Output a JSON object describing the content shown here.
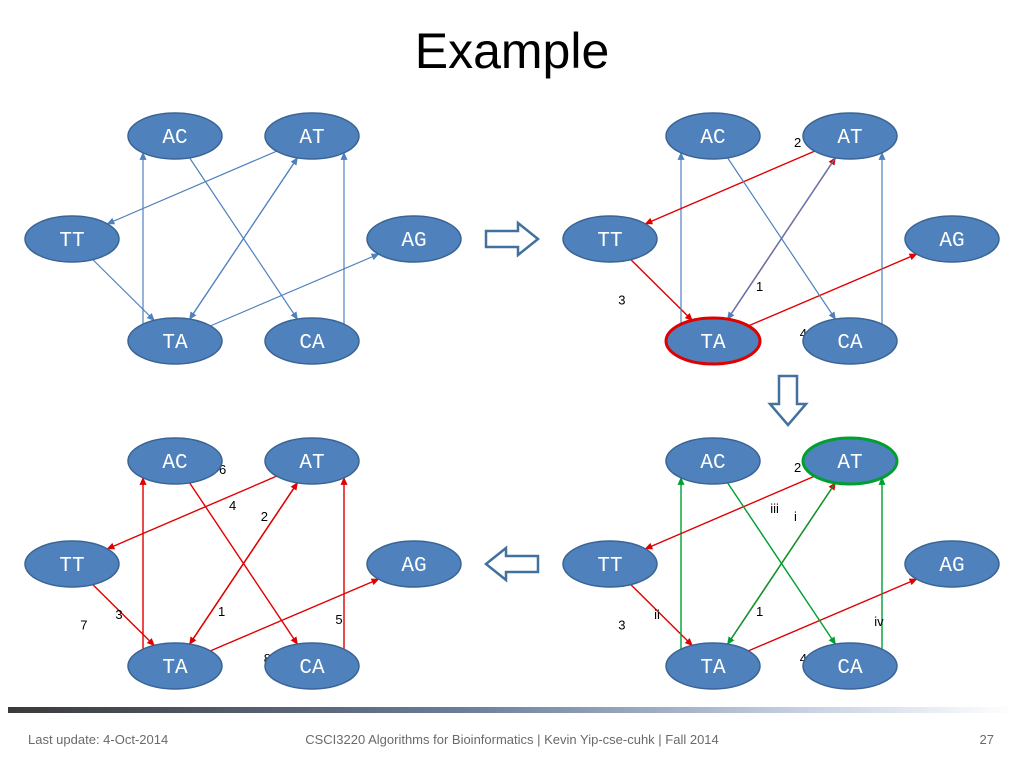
{
  "slide": {
    "title": "Example",
    "footer_left": "Last update: 4-Oct-2014",
    "footer_center": "CSCI3220 Algorithms for Bioinformatics |  Kevin Yip-cse-cuhk | Fall 2014",
    "page_number": "27"
  },
  "colors": {
    "node_fill": "#4f81bd",
    "node_stroke": "#3a6494",
    "edge_default": "#4f81bd",
    "edge_red": "#e00000",
    "edge_green": "#00a030",
    "arrow_outline": "#41719c"
  },
  "nodes": [
    "AC",
    "AT",
    "TT",
    "AG",
    "TA",
    "CA"
  ],
  "panels": [
    {
      "id": "initial",
      "highlight": null,
      "edges": [
        {
          "from": "TT",
          "to": "TA",
          "color": "default",
          "label": ""
        },
        {
          "from": "TA",
          "to": "AC",
          "color": "default",
          "label": ""
        },
        {
          "from": "TA",
          "to": "AT",
          "color": "default",
          "label": ""
        },
        {
          "from": "TA",
          "to": "AG",
          "color": "default",
          "label": ""
        },
        {
          "from": "AT",
          "to": "TT",
          "color": "default",
          "label": ""
        },
        {
          "from": "AT",
          "to": "TA",
          "color": "default",
          "label": ""
        },
        {
          "from": "AC",
          "to": "CA",
          "color": "default",
          "label": ""
        },
        {
          "from": "CA",
          "to": "AT",
          "color": "default",
          "label": ""
        }
      ]
    },
    {
      "id": "first-cycle",
      "highlight": {
        "node": "TA",
        "color": "red"
      },
      "edges": [
        {
          "from": "TT",
          "to": "TA",
          "color": "red",
          "label": "3"
        },
        {
          "from": "TA",
          "to": "AC",
          "color": "default",
          "label": ""
        },
        {
          "from": "TA",
          "to": "AT",
          "color": "red",
          "label": "1"
        },
        {
          "from": "TA",
          "to": "AG",
          "color": "red",
          "label": "4"
        },
        {
          "from": "AT",
          "to": "TT",
          "color": "red",
          "label": "2"
        },
        {
          "from": "AT",
          "to": "TA",
          "color": "default",
          "label": ""
        },
        {
          "from": "AC",
          "to": "CA",
          "color": "default",
          "label": ""
        },
        {
          "from": "CA",
          "to": "AT",
          "color": "default",
          "label": ""
        }
      ]
    },
    {
      "id": "second-cycle",
      "highlight": {
        "node": "AT",
        "color": "green"
      },
      "edges": [
        {
          "from": "TT",
          "to": "TA",
          "color": "red",
          "label": "3"
        },
        {
          "from": "TA",
          "to": "AC",
          "color": "green",
          "label": "ii"
        },
        {
          "from": "TA",
          "to": "AT",
          "color": "red",
          "label": "1"
        },
        {
          "from": "TA",
          "to": "AG",
          "color": "red",
          "label": "4"
        },
        {
          "from": "AT",
          "to": "TT",
          "color": "red",
          "label": "2"
        },
        {
          "from": "AT",
          "to": "TA",
          "color": "green",
          "label": "i"
        },
        {
          "from": "AC",
          "to": "CA",
          "color": "green",
          "label": "iii"
        },
        {
          "from": "CA",
          "to": "AT",
          "color": "green",
          "label": "iv"
        }
      ]
    },
    {
      "id": "merged-tour",
      "highlight": null,
      "edges": [
        {
          "from": "TT",
          "to": "TA",
          "color": "red",
          "label": "7"
        },
        {
          "from": "TA",
          "to": "AC",
          "color": "red",
          "label": "3"
        },
        {
          "from": "TA",
          "to": "AT",
          "color": "red",
          "label": "1"
        },
        {
          "from": "TA",
          "to": "AG",
          "color": "red",
          "label": "8"
        },
        {
          "from": "AT",
          "to": "TT",
          "color": "red",
          "label": "6"
        },
        {
          "from": "AT",
          "to": "TA",
          "color": "red",
          "label": "2"
        },
        {
          "from": "AC",
          "to": "CA",
          "color": "red",
          "label": "4"
        },
        {
          "from": "CA",
          "to": "AT",
          "color": "red",
          "label": "5"
        }
      ]
    }
  ],
  "transitions": [
    {
      "from": "initial",
      "to": "first-cycle",
      "direction": "right"
    },
    {
      "from": "first-cycle",
      "to": "second-cycle",
      "direction": "down"
    },
    {
      "from": "second-cycle",
      "to": "merged-tour",
      "direction": "left"
    }
  ]
}
